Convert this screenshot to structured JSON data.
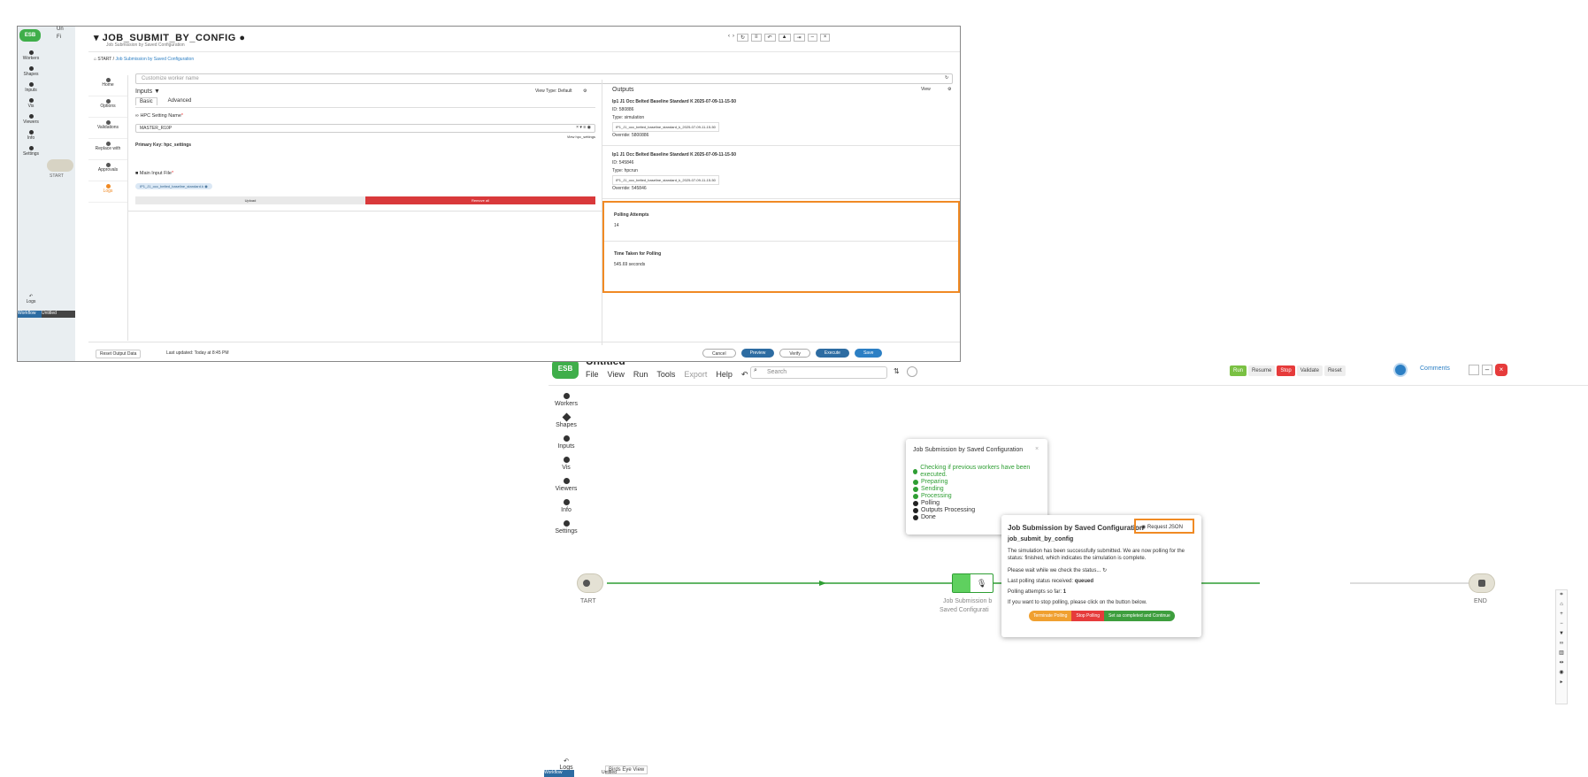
{
  "win1": {
    "left_labels": {
      "top": "Un",
      "top2": "Fi"
    },
    "sidebar": [
      {
        "label": "Workers"
      },
      {
        "label": "Shapes"
      },
      {
        "label": "Inputs"
      },
      {
        "label": "Vis"
      },
      {
        "label": "Viewers"
      },
      {
        "label": "Info"
      },
      {
        "label": "Settings"
      }
    ],
    "start_label": "START",
    "logs_label": "Logs",
    "bottom_left": {
      "workflow": "Workflow",
      "file": "Untitled"
    },
    "title": "JOB_SUBMIT_BY_CONFIG",
    "subtitle": "Job Submission by Saved Configuration",
    "breadcrumb": {
      "start": "START",
      "current": "Job Submission by Saved Configuration"
    },
    "tabs": [
      {
        "label": "Home"
      },
      {
        "label": "Options"
      },
      {
        "label": "Validations"
      },
      {
        "label": "Replace with"
      },
      {
        "label": "Approvals"
      },
      {
        "label": "Logs"
      }
    ],
    "name_placeholder": "Customize worker name",
    "inputs": {
      "title": "Inputs",
      "view_type": "View Type: Default",
      "tab_basic": "Basic",
      "tab_advanced": "Advanced",
      "setting_label": "HPC Setting Name",
      "setting_value": "MASTER_R10P",
      "view_link": "View hpc_settings",
      "primary_key": "Primary Key: hpc_settings",
      "main_file_label": "Main Input File",
      "main_file_value": "IP1_J1_occ_belted_baseline_standard.k",
      "upload": "Upload",
      "remove_all": "Remove all"
    },
    "outputs": {
      "title": "Outputs",
      "view": "View",
      "items": [
        {
          "title": "Ip1 J1 Occ Belted Baseline Standard K 2025-07-09-11-15-50",
          "id": "ID: 580886",
          "type": "Type: simulation",
          "link": "IP1_J1_occ_belted_baseline_standard_k_2025-07-09-11-15-50",
          "override": "Override: 5800886"
        },
        {
          "title": "Ip1 J1 Occ Belted Baseline Standard K 2025-07-09-11-15-50",
          "id": "ID: 545846",
          "type": "Type: hpcrun",
          "link": "IP1_J1_occ_belted_baseline_standard_k_2025-07-09-11-15-50",
          "override": "Override: 545846"
        }
      ],
      "polling_attempts_label": "Polling Attempts",
      "polling_attempts_value": "14",
      "time_taken_label": "Time Taken for Polling",
      "time_taken_value": "545.69 seconds"
    },
    "footer": {
      "reset": "Reset Output Data",
      "updated": "Last updated: Today at 8:45 PM",
      "cancel": "Cancel",
      "preview": "Preview",
      "verify": "Verify",
      "execute": "Execute",
      "save": "Save"
    }
  },
  "win2": {
    "logo": "ESB",
    "title": "Untitled",
    "menu": [
      "File",
      "View",
      "Run",
      "Tools",
      "Export",
      "Help"
    ],
    "search_placeholder": "Search",
    "toolbar": [
      "Run",
      "Resume",
      "Stop",
      "Validate",
      "Reset"
    ],
    "comments": "Comments",
    "sidebar": [
      {
        "label": "Workers"
      },
      {
        "label": "Shapes"
      },
      {
        "label": "Inputs"
      },
      {
        "label": "Vis"
      },
      {
        "label": "Viewers"
      },
      {
        "label": "Info"
      },
      {
        "label": "Settings"
      }
    ],
    "logs": "Logs",
    "birds_eye": "Birds Eye View",
    "start": "TART",
    "end": "END",
    "node_label_1": "Job Submission b",
    "node_label_2": "Saved Configurati",
    "status_card": {
      "title": "Job Submission by Saved Configuration",
      "steps": [
        {
          "label": "Checking if previous workers have been executed.",
          "state": "done"
        },
        {
          "label": "Preparing",
          "state": "done"
        },
        {
          "label": "Sending",
          "state": "done"
        },
        {
          "label": "Processing",
          "state": "done"
        },
        {
          "label": "Polling",
          "state": "active"
        },
        {
          "label": "Outputs Processing",
          "state": "pending"
        },
        {
          "label": "Done",
          "state": "pending"
        }
      ]
    },
    "detail_card": {
      "title": "Job Submission by Saved Configuration",
      "request_json": "Request JSON",
      "worker_id": "job_submit_by_config",
      "p1": "The simulation has been successfully submitted. We are now polling for the status: finished, which indicates the simulation is complete.",
      "p2": "Please wait while we check the status...",
      "p3_label": "Last polling status received:",
      "p3_value": "queued",
      "p4_label": "Polling attempts so far:",
      "p4_value": "1",
      "p5": "If you want to stop polling, please click on the button below.",
      "btn_terminate": "Terminate Polling",
      "btn_stop": "Stop Polling",
      "btn_complete": "Set as completed and Continue"
    },
    "bottom_bar": {
      "workflow": "Workflow",
      "file": "Untitled"
    }
  }
}
